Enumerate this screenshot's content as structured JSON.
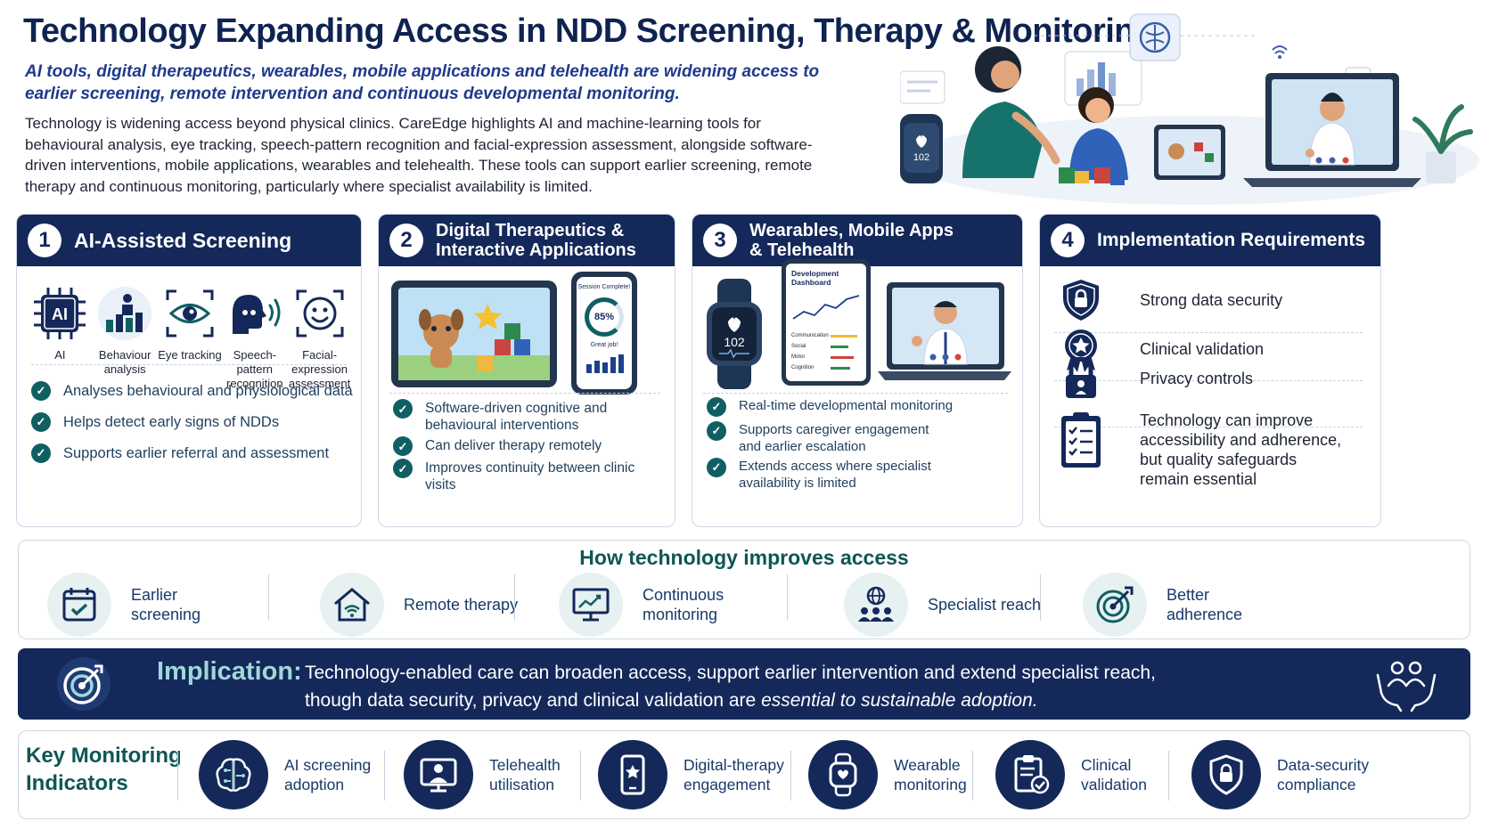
{
  "header": {
    "title": "Technology Expanding Access in NDD Screening, Therapy & Monitoring",
    "subtitle": "AI tools, digital therapeutics, wearables, mobile applications and telehealth are widening access to earlier screening, remote intervention and continuous developmental monitoring.",
    "intro": "Technology is widening access beyond physical clinics. CareEdge highlights AI and machine-learning tools for behavioural analysis, eye tracking, speech-pattern recognition and facial-expression assessment, alongside software-driven interventions, mobile applications, wearables and telehealth. These tools can support earlier screening, remote therapy and continuous monitoring, particularly where specialist availability is limited.",
    "hero_watch_value": "102"
  },
  "panels": {
    "p1": {
      "number": "1",
      "title": "AI-Assisted Screening",
      "icons": [
        {
          "label": "AI",
          "icon": "ai-chip-icon"
        },
        {
          "label": "Behaviour analysis",
          "icon": "behaviour-analysis-icon"
        },
        {
          "label": "Eye tracking",
          "icon": "eye-icon"
        },
        {
          "label": "Speech-pattern recognition",
          "icon": "speech-icon"
        },
        {
          "label": "Facial-expression assessment",
          "icon": "face-icon"
        }
      ],
      "ai_chip_text": "AI",
      "items": [
        "Analyses behavioural and physiological data",
        "Helps detect early signs of NDDs",
        "Supports earlier referral and assessment"
      ]
    },
    "p2": {
      "number": "2",
      "title_line1": "Digital Therapeutics &",
      "title_line2": "Interactive Applications",
      "phone_session": "Session Complete!",
      "phone_percent": "85%",
      "phone_great": "Great job!",
      "items": [
        "Software-driven cognitive and behavioural interventions",
        "Can deliver therapy remotely",
        "Improves continuity between clinic visits"
      ]
    },
    "p3": {
      "number": "3",
      "title_line1": "Wearables, Mobile Apps",
      "title_line2": "& Telehealth",
      "watch_value": "102",
      "dashboard_title": "Development Dashboard",
      "dashboard_rows": [
        "Communication",
        "Social",
        "Motor",
        "Cognition"
      ],
      "items": [
        "Real-time developmental monitoring",
        "Supports caregiver engagement and earlier escalation",
        "Extends access where specialist availability is limited"
      ]
    },
    "p4": {
      "number": "4",
      "title": "Implementation Requirements",
      "items": [
        {
          "label": "Strong data security",
          "icon": "shield-lock-icon"
        },
        {
          "label": "Clinical validation",
          "icon": "award-ribbon-icon"
        },
        {
          "label": "Privacy controls",
          "icon": "padlock-icon"
        },
        {
          "label": "Technology can improve accessibility and adherence, but quality safeguards remain essential",
          "icon": "clipboard-checklist-icon"
        }
      ]
    }
  },
  "access": {
    "title": "How technology improves access",
    "items": [
      {
        "label": "Earlier screening",
        "icon": "calendar-check-icon"
      },
      {
        "label": "Remote therapy",
        "icon": "home-wifi-icon"
      },
      {
        "label": "Continuous monitoring",
        "icon": "monitor-trend-icon"
      },
      {
        "label": "Specialist reach",
        "icon": "globe-people-icon"
      },
      {
        "label": "Better adherence",
        "icon": "target-icon"
      }
    ]
  },
  "implication": {
    "label": "Implication:",
    "line1": "Technology-enabled care can broaden access, support earlier intervention and extend specialist reach,",
    "line2_plain": "though data security, privacy and clinical validation are ",
    "line2_italic": "essential to sustainable adoption."
  },
  "kpi": {
    "title": "Key Monitoring Indicators",
    "items": [
      {
        "label": "AI screening adoption",
        "icon": "brain-circuit-icon"
      },
      {
        "label": "Telehealth utilisation",
        "icon": "telehealth-monitor-icon"
      },
      {
        "label": "Digital-therapy engagement",
        "icon": "phone-star-icon"
      },
      {
        "label": "Wearable monitoring",
        "icon": "smartwatch-heart-icon"
      },
      {
        "label": "Clinical validation",
        "icon": "clipboard-check-icon"
      },
      {
        "label": "Data-security compliance",
        "icon": "shield-lock-icon"
      }
    ]
  },
  "colors": {
    "navy": "#14285a",
    "teal": "#0f5f63",
    "accent_blue": "#1f3a8c",
    "implication_label": "#9fd8d8"
  }
}
